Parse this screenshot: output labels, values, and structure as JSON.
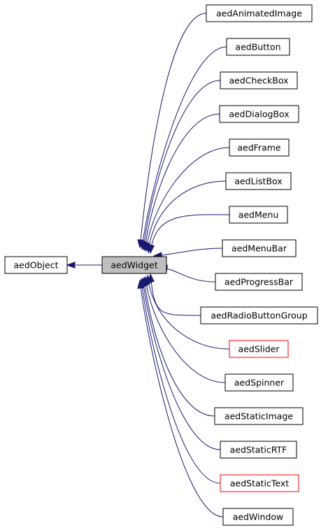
{
  "diagram": {
    "base": {
      "id": "aedObject",
      "label": "aedObject"
    },
    "center": {
      "id": "aedWidget",
      "label": "aedWidget",
      "highlighted": true
    },
    "children": [
      {
        "id": "aedAnimatedImage",
        "label": "aedAnimatedImage",
        "border": "black"
      },
      {
        "id": "aedButton",
        "label": "aedButton",
        "border": "black"
      },
      {
        "id": "aedCheckBox",
        "label": "aedCheckBox",
        "border": "black"
      },
      {
        "id": "aedDialogBox",
        "label": "aedDialogBox",
        "border": "black"
      },
      {
        "id": "aedFrame",
        "label": "aedFrame",
        "border": "black"
      },
      {
        "id": "aedListBox",
        "label": "aedListBox",
        "border": "black"
      },
      {
        "id": "aedMenu",
        "label": "aedMenu",
        "border": "black"
      },
      {
        "id": "aedMenuBar",
        "label": "aedMenuBar",
        "border": "black"
      },
      {
        "id": "aedProgressBar",
        "label": "aedProgressBar",
        "border": "black"
      },
      {
        "id": "aedRadioButtonGroup",
        "label": "aedRadioButtonGroup",
        "border": "black"
      },
      {
        "id": "aedSlider",
        "label": "aedSlider",
        "border": "red"
      },
      {
        "id": "aedSpinner",
        "label": "aedSpinner",
        "border": "black"
      },
      {
        "id": "aedStaticImage",
        "label": "aedStaticImage",
        "border": "black"
      },
      {
        "id": "aedStaticRTF",
        "label": "aedStaticRTF",
        "border": "black"
      },
      {
        "id": "aedStaticText",
        "label": "aedStaticText",
        "border": "red"
      },
      {
        "id": "aedWindow",
        "label": "aedWindow",
        "border": "black"
      }
    ],
    "colors": {
      "edge": "#191970",
      "highlight_fill": "#bfbfbf",
      "node_border": "#000000",
      "undocumented_border": "#ff0000"
    }
  }
}
